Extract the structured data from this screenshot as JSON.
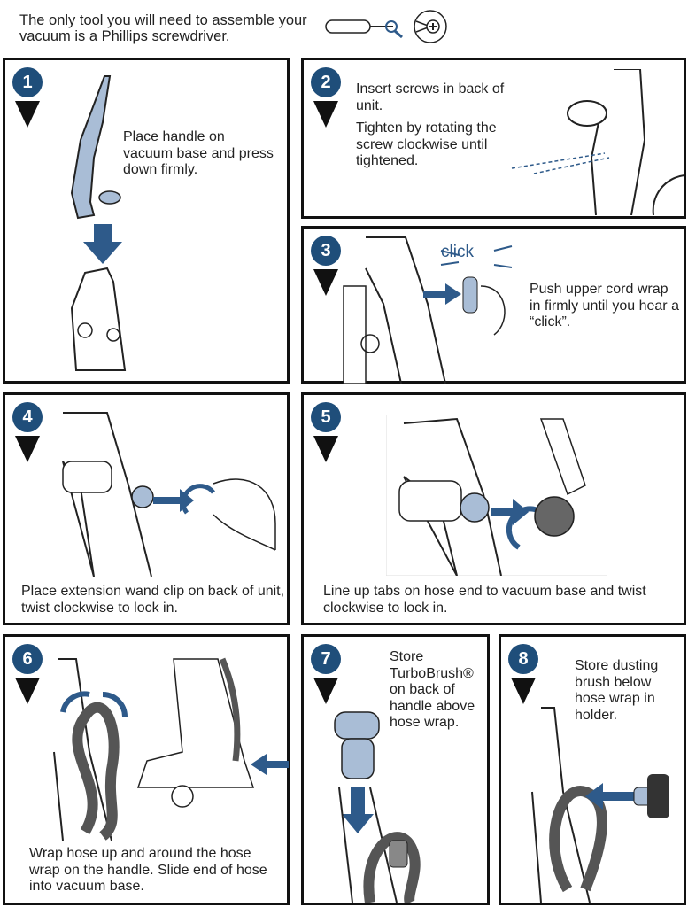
{
  "intro": {
    "text": "The only tool you will need to assemble your vacuum is a Phillips screwdriver."
  },
  "steps": [
    {
      "number": "1",
      "text": "Place handle on vacuum base and press down firmly."
    },
    {
      "number": "2",
      "text": "Insert screws in back of unit.",
      "text2": "Tighten by rotating the screw clockwise until tightened."
    },
    {
      "number": "3",
      "text": "Push upper cord wrap in firmly until you hear a “click”.",
      "sound": "click"
    },
    {
      "number": "4",
      "text": "Place extension wand clip on back of unit, twist clockwise to lock in."
    },
    {
      "number": "5",
      "text": "Line up tabs on hose end to vacuum base and twist clockwise to lock in."
    },
    {
      "number": "6",
      "text": "Wrap hose up and around the hose wrap on the handle. Slide end of hose into vacuum base."
    },
    {
      "number": "7",
      "text": "Store TurboBrush® on back of handle above hose wrap."
    },
    {
      "number": "8",
      "text": "Store dusting brush below hose wrap in holder."
    }
  ],
  "colors": {
    "badge": "#1f4e7a",
    "arrow": "#2e5a8a",
    "part": "#a9bdd6"
  }
}
